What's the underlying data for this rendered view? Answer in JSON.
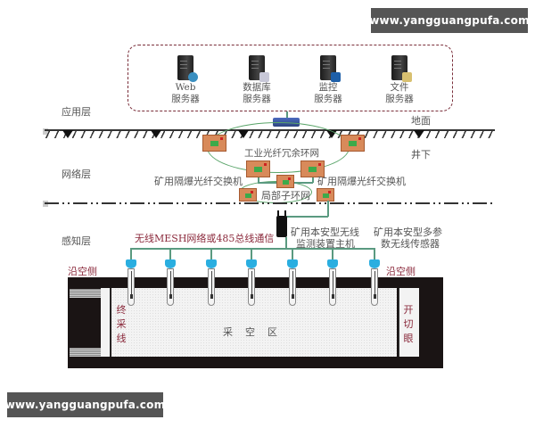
{
  "watermarks": {
    "top_right": "www.yangguangpufa.com",
    "bottom_left": "www.yangguangpufa.com"
  },
  "layers": {
    "application": "应用层",
    "network": "网络层",
    "perception": "感知层"
  },
  "servers": [
    {
      "line1": "Web",
      "line2": "服务器",
      "icon": "web-server-icon",
      "badge_color": "#3a8fc0"
    },
    {
      "line1": "数据库",
      "line2": "服务器",
      "icon": "database-server-icon",
      "badge_color": "#c8c8d8"
    },
    {
      "line1": "监控",
      "line2": "服务器",
      "icon": "monitor-server-icon",
      "badge_color": "#1e5fa8"
    },
    {
      "line1": "文件",
      "line2": "服务器",
      "icon": "file-server-icon",
      "badge_color": "#d8c070"
    }
  ],
  "ground": {
    "surface": "地面",
    "underground": "井下"
  },
  "network": {
    "backbone_ring": "工业光纤冗余环网",
    "switch_left": "矿用隔爆光纤交换机",
    "switch_right": "矿用隔爆光纤交换机",
    "local_ring": "局部子环网"
  },
  "perception": {
    "comm": "无线MESH网络或485总线通信",
    "host_line1": "矿用本安型无线",
    "host_line2": "监测装置主机",
    "sensor_line1": "矿用本安型多参",
    "sensor_line2": "数无线传感器",
    "side_left": "沿空侧",
    "side_right": "沿空侧"
  },
  "goaf": {
    "center": "采空区",
    "left_vertical": [
      "终",
      "采",
      "线"
    ],
    "right_vertical": [
      "开",
      "切",
      "眼"
    ]
  },
  "colors": {
    "accent_red": "#8b2a3c",
    "ring_green": "#5aa56a",
    "switch_orange": "#d88a5a",
    "sensor_blue": "#2aaee0"
  }
}
